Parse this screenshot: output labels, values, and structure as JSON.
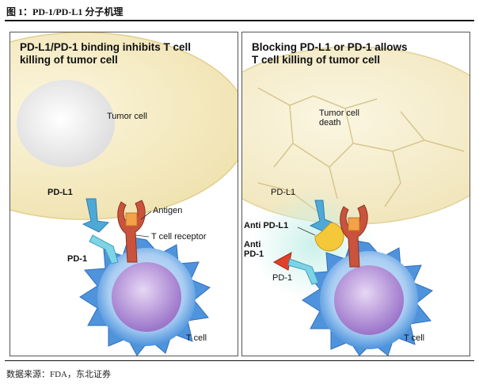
{
  "figure": {
    "title": "图 1：PD-1/PD-L1 分子机理",
    "source": "数据来源：FDA，东北证券"
  },
  "left_panel": {
    "title_line1": "PD-L1/PD-1 binding inhibits T cell",
    "title_line2": "killing of tumor cell",
    "tumor_cell": "Tumor cell",
    "pd_l1": "PD-L1",
    "antigen": "Antigen",
    "t_cell_receptor": "T cell receptor",
    "pd_1": "PD-1",
    "t_cell": "T cell"
  },
  "right_panel": {
    "title_line1": "Blocking PD-L1 or PD-1 allows",
    "title_line2": "T cell killing of tumor cell",
    "tumor_cell_death_line1": "Tumor cell",
    "tumor_cell_death_line2": "death",
    "pd_l1": "PD-L1",
    "anti_pd_l1": "Anti PD-L1",
    "anti_pd_1_line1": "Anti",
    "anti_pd_1_line2": "PD-1",
    "pd_1": "PD-1",
    "t_cell": "T cell"
  },
  "colors": {
    "tumor_cell": "#f4ebc6",
    "nucleus": "#f2f2f2",
    "t_cell": "#5aa0e3",
    "t_cell_nucleus": "#b592d9",
    "pd_l1": "#4fa9d6",
    "pd_1": "#7fd3e6",
    "tcr": "#c9533c",
    "antigen": "#f3a24a",
    "anti_pd_l1": "#f5c83a",
    "anti_pd_1": "#e0412a",
    "glow": "#c8f0e8"
  }
}
